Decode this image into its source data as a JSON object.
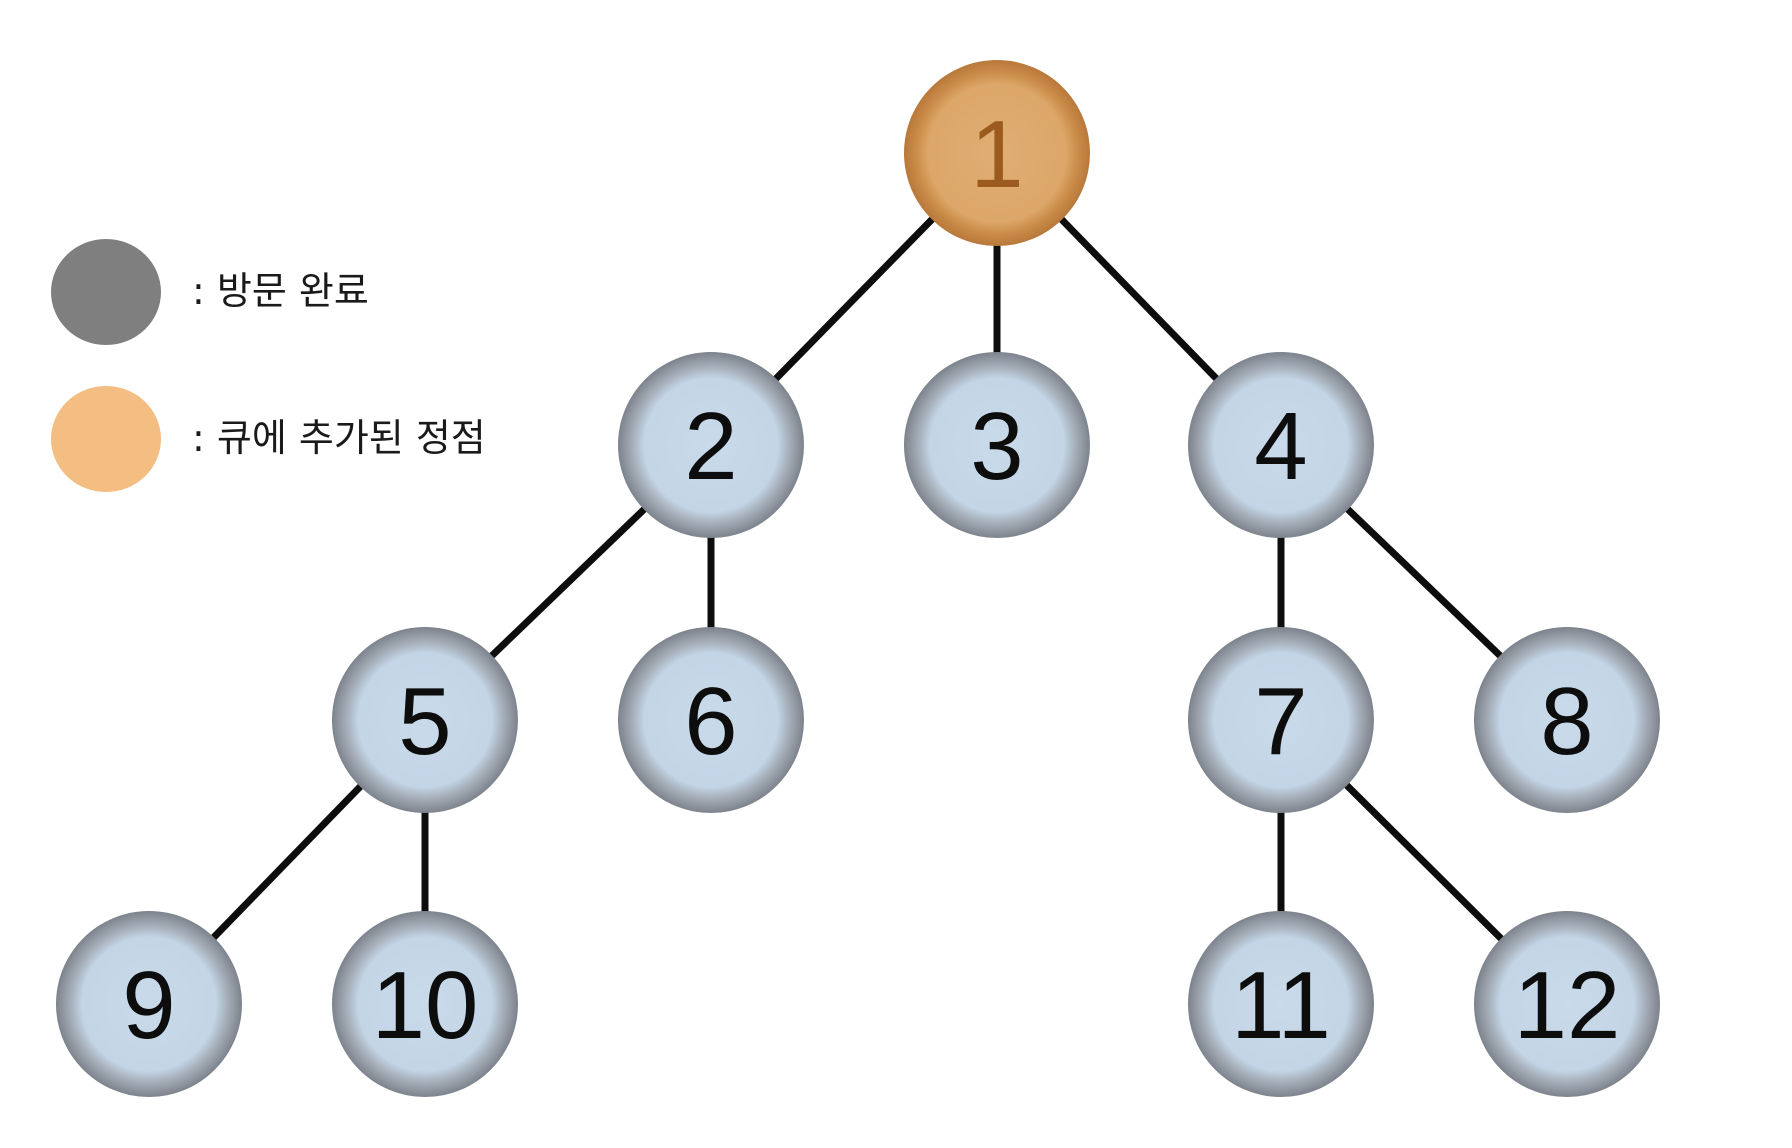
{
  "legend": [
    {
      "id": "visited",
      "label": ":  방문 완료",
      "color": "#7f7f7f"
    },
    {
      "id": "queued",
      "label": ":  큐에 추가된 정점",
      "color": "#f4bd82"
    }
  ],
  "colors": {
    "default_fill": "#c6d8e8",
    "default_border": "#8a9099",
    "queued_fill": "#dfab6e",
    "queued_border": "#c98a45",
    "edge": "#0d0d0d"
  },
  "nodes": [
    {
      "id": "1",
      "label": "1",
      "state": "queued"
    },
    {
      "id": "2",
      "label": "2",
      "state": "default"
    },
    {
      "id": "3",
      "label": "3",
      "state": "default"
    },
    {
      "id": "4",
      "label": "4",
      "state": "default"
    },
    {
      "id": "5",
      "label": "5",
      "state": "default"
    },
    {
      "id": "6",
      "label": "6",
      "state": "default"
    },
    {
      "id": "7",
      "label": "7",
      "state": "default"
    },
    {
      "id": "8",
      "label": "8",
      "state": "default"
    },
    {
      "id": "9",
      "label": "9",
      "state": "default"
    },
    {
      "id": "10",
      "label": "10",
      "state": "default"
    },
    {
      "id": "11",
      "label": "11",
      "state": "default"
    },
    {
      "id": "12",
      "label": "12",
      "state": "default"
    }
  ],
  "edges": [
    [
      "1",
      "2"
    ],
    [
      "1",
      "3"
    ],
    [
      "1",
      "4"
    ],
    [
      "2",
      "5"
    ],
    [
      "2",
      "6"
    ],
    [
      "4",
      "7"
    ],
    [
      "4",
      "8"
    ],
    [
      "5",
      "9"
    ],
    [
      "5",
      "10"
    ],
    [
      "7",
      "11"
    ],
    [
      "7",
      "12"
    ]
  ]
}
